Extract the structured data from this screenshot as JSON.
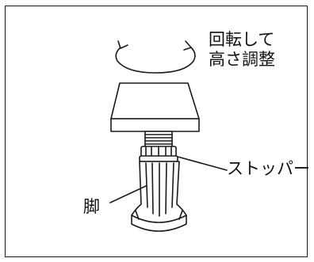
{
  "labels": {
    "rotate_line1": "回転して",
    "rotate_line2": "高さ調整",
    "stopper": "ストッパー",
    "leg": "脚"
  },
  "colors": {
    "line": "#1a1a1a",
    "background": "#ffffff"
  }
}
